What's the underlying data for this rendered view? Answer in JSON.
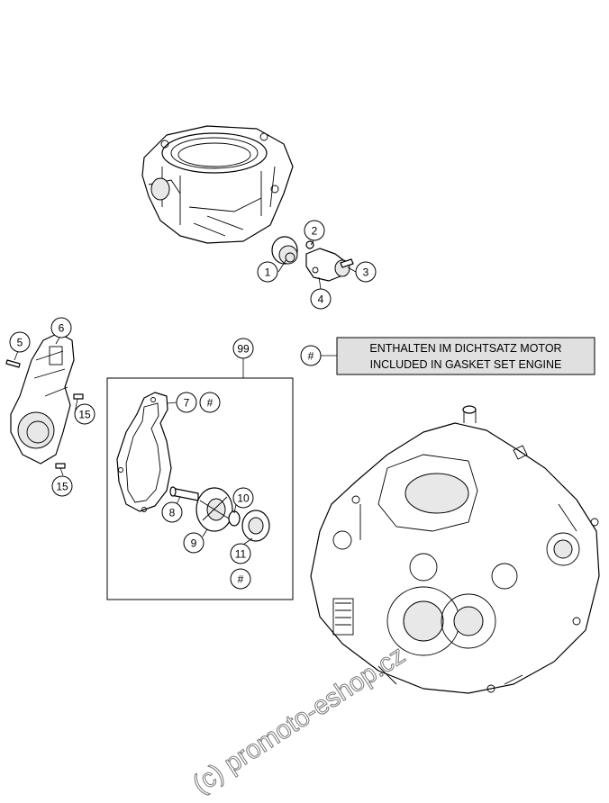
{
  "callouts": [
    {
      "id": "c1",
      "label": "1"
    },
    {
      "id": "c2",
      "label": "2"
    },
    {
      "id": "c3",
      "label": "3"
    },
    {
      "id": "c4",
      "label": "4"
    },
    {
      "id": "c5",
      "label": "5"
    },
    {
      "id": "c6",
      "label": "6"
    },
    {
      "id": "c7",
      "label": "7"
    },
    {
      "id": "c8",
      "label": "8"
    },
    {
      "id": "c9",
      "label": "9"
    },
    {
      "id": "c10",
      "label": "10"
    },
    {
      "id": "c11",
      "label": "11"
    },
    {
      "id": "c15a",
      "label": "15"
    },
    {
      "id": "c15b",
      "label": "15"
    },
    {
      "id": "c99",
      "label": "99"
    },
    {
      "id": "hash-legend",
      "label": "#"
    },
    {
      "id": "hash-7",
      "label": "#"
    },
    {
      "id": "hash-11",
      "label": "#"
    }
  ],
  "legend": {
    "line1": "ENTHALTEN IM DICHTSATZ MOTOR",
    "line2": "INCLUDED IN GASKET SET ENGINE"
  },
  "watermark": "(c) promoto-eshop.cz"
}
